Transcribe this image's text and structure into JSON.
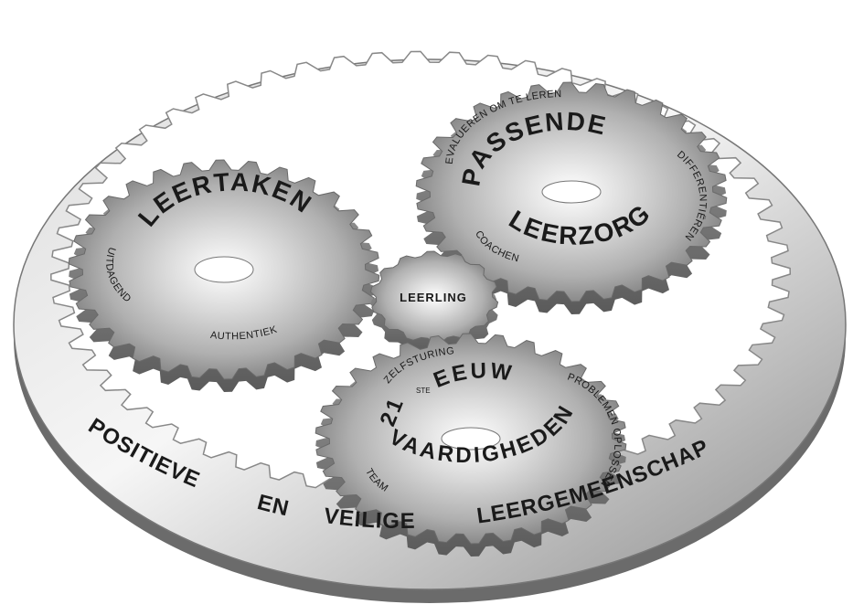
{
  "outer_ring": {
    "words": [
      "POSITIEVE",
      "EN",
      "VEILIGE",
      "LEERGEMEENSCHAP"
    ]
  },
  "gears": {
    "leertaken": {
      "title": "LEERTAKEN",
      "sub1": "UITDAGEND",
      "sub2": "AUTHENTIEK"
    },
    "passende": {
      "title1": "PASSENDE",
      "title2": "LEERZORG",
      "sub_top": "EVALUEREN OM TE LEREN",
      "sub_right": "DIFFERENTIËREN",
      "sub_bottom": "COACHEN"
    },
    "center": {
      "title": "LEERLING"
    },
    "eeuw": {
      "num": "21",
      "sup": "STE",
      "title1": "EEUW",
      "title2": "VAARDIGHEDEN",
      "sub_top": "ZELFSTURING",
      "sub_left": "TEAM",
      "sub_right": "PROBLEMEN OPLOSSEN"
    }
  },
  "colors": {
    "metal_light": "#f2f2f2",
    "metal_mid": "#b9b9b9",
    "metal_dark": "#6e6e6e",
    "text": "#1a1a1a"
  }
}
